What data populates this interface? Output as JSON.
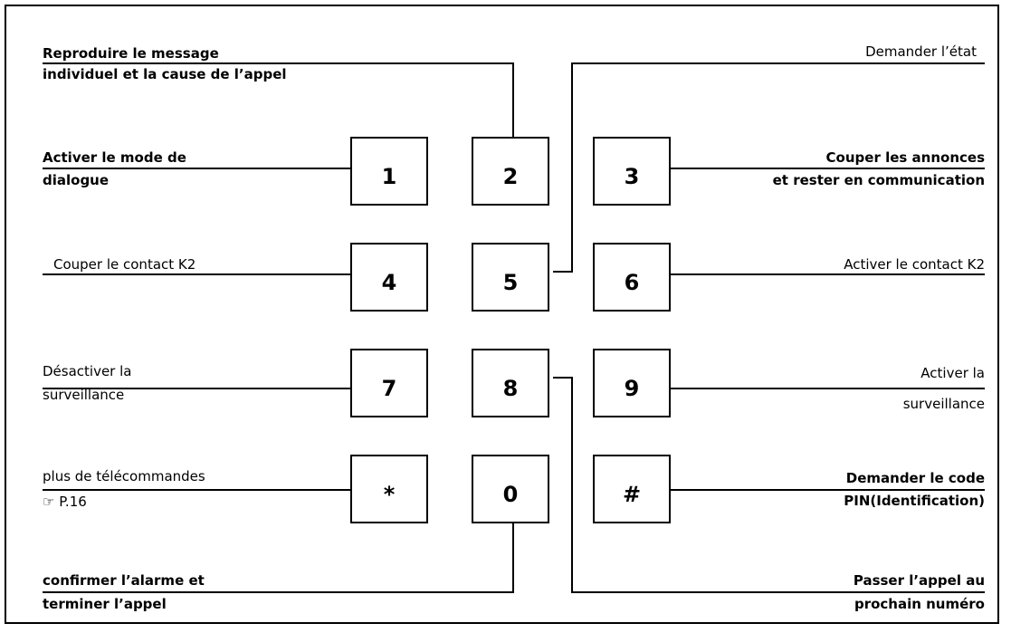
{
  "keys": {
    "k1": "1",
    "k2": "2",
    "k3": "3",
    "k4": "4",
    "k5": "5",
    "k6": "6",
    "k7": "7",
    "k8": "8",
    "k9": "9",
    "kstar": "*",
    "k0": "0",
    "khash": "#"
  },
  "labels": {
    "reproduire_1": "Reproduire le message",
    "reproduire_2": "individuel et la cause de l’appel",
    "demander_etat": "Demander l’état",
    "dialogue_1": "Activer le mode de",
    "dialogue_2": "dialogue",
    "couper_annonces_1": "Couper les annonces",
    "couper_annonces_2": "et rester en communication",
    "couper_k2": "Couper le contact K2",
    "activer_k2": "Activer le contact K2",
    "desactiver_1": "Désactiver la",
    "desactiver_2": "surveillance",
    "activer_surv_1": "Activer la",
    "activer_surv_2": "surveillance",
    "plus_1": "plus de télécommandes",
    "plus_2": "☞ P.16",
    "pin_1": "Demander le code",
    "pin_2": "PIN(Identification)",
    "confirmer_1": "confirmer l’alarme et",
    "confirmer_2": "terminer l’appel",
    "passer_1": "Passer l’appel au",
    "passer_2": "prochain numéro"
  }
}
